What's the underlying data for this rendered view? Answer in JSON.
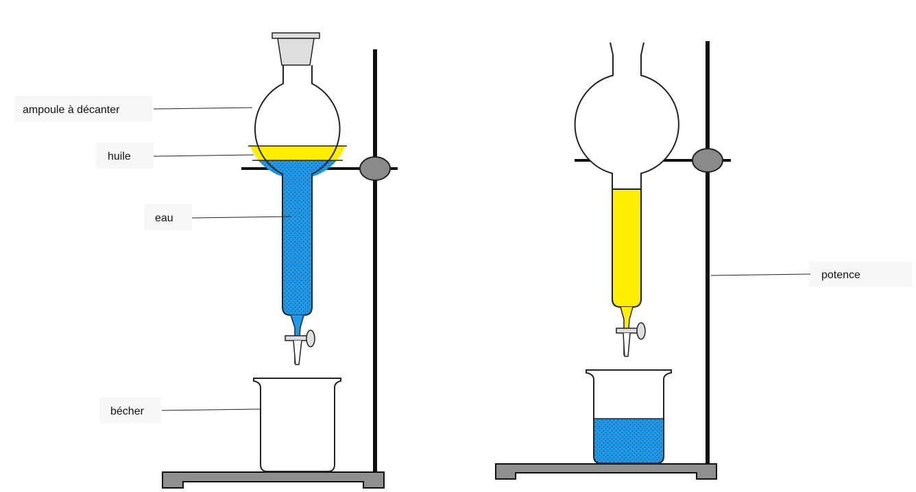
{
  "labels": {
    "separatory_funnel": "ampoule à décanter",
    "oil": "huile",
    "water": "eau",
    "beaker": "bécher",
    "stand": "potence"
  },
  "colors": {
    "oil": "#ffee00",
    "water": "#1f9ae8",
    "clamp": "#8a8a8a",
    "base": "#8f8f8f",
    "rod": "#111111",
    "glass_outline": "#222222",
    "stopper": "#dedede"
  }
}
